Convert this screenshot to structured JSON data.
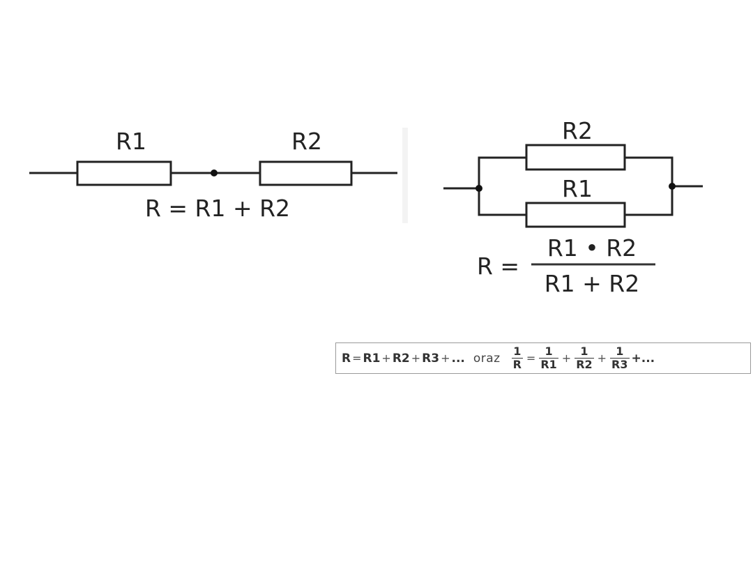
{
  "series_diagram": {
    "labels": [
      "R1",
      "R2"
    ],
    "formula": "R = R1 + R2"
  },
  "parallel_diagram": {
    "labels": [
      "R2",
      "R1"
    ],
    "formula_lhs": "R =",
    "formula_numerator": "R1 • R2",
    "formula_denominator": "R1 + R2"
  },
  "general_formula": {
    "series_terms": [
      "R",
      "=",
      "R1",
      "+",
      "R2",
      "+",
      "R3",
      "+",
      "..."
    ],
    "connector": "oraz",
    "lhs_fraction": {
      "num": "1",
      "den": "R"
    },
    "equals": "=",
    "rhs_fractions": [
      {
        "num": "1",
        "den": "R1"
      },
      {
        "num": "1",
        "den": "R2"
      },
      {
        "num": "1",
        "den": "R3"
      }
    ],
    "plus": "+",
    "ellipsis": "+..."
  },
  "colors": {
    "stroke": "#222222",
    "text": "#333333",
    "box_border": "#9a9a9a"
  }
}
